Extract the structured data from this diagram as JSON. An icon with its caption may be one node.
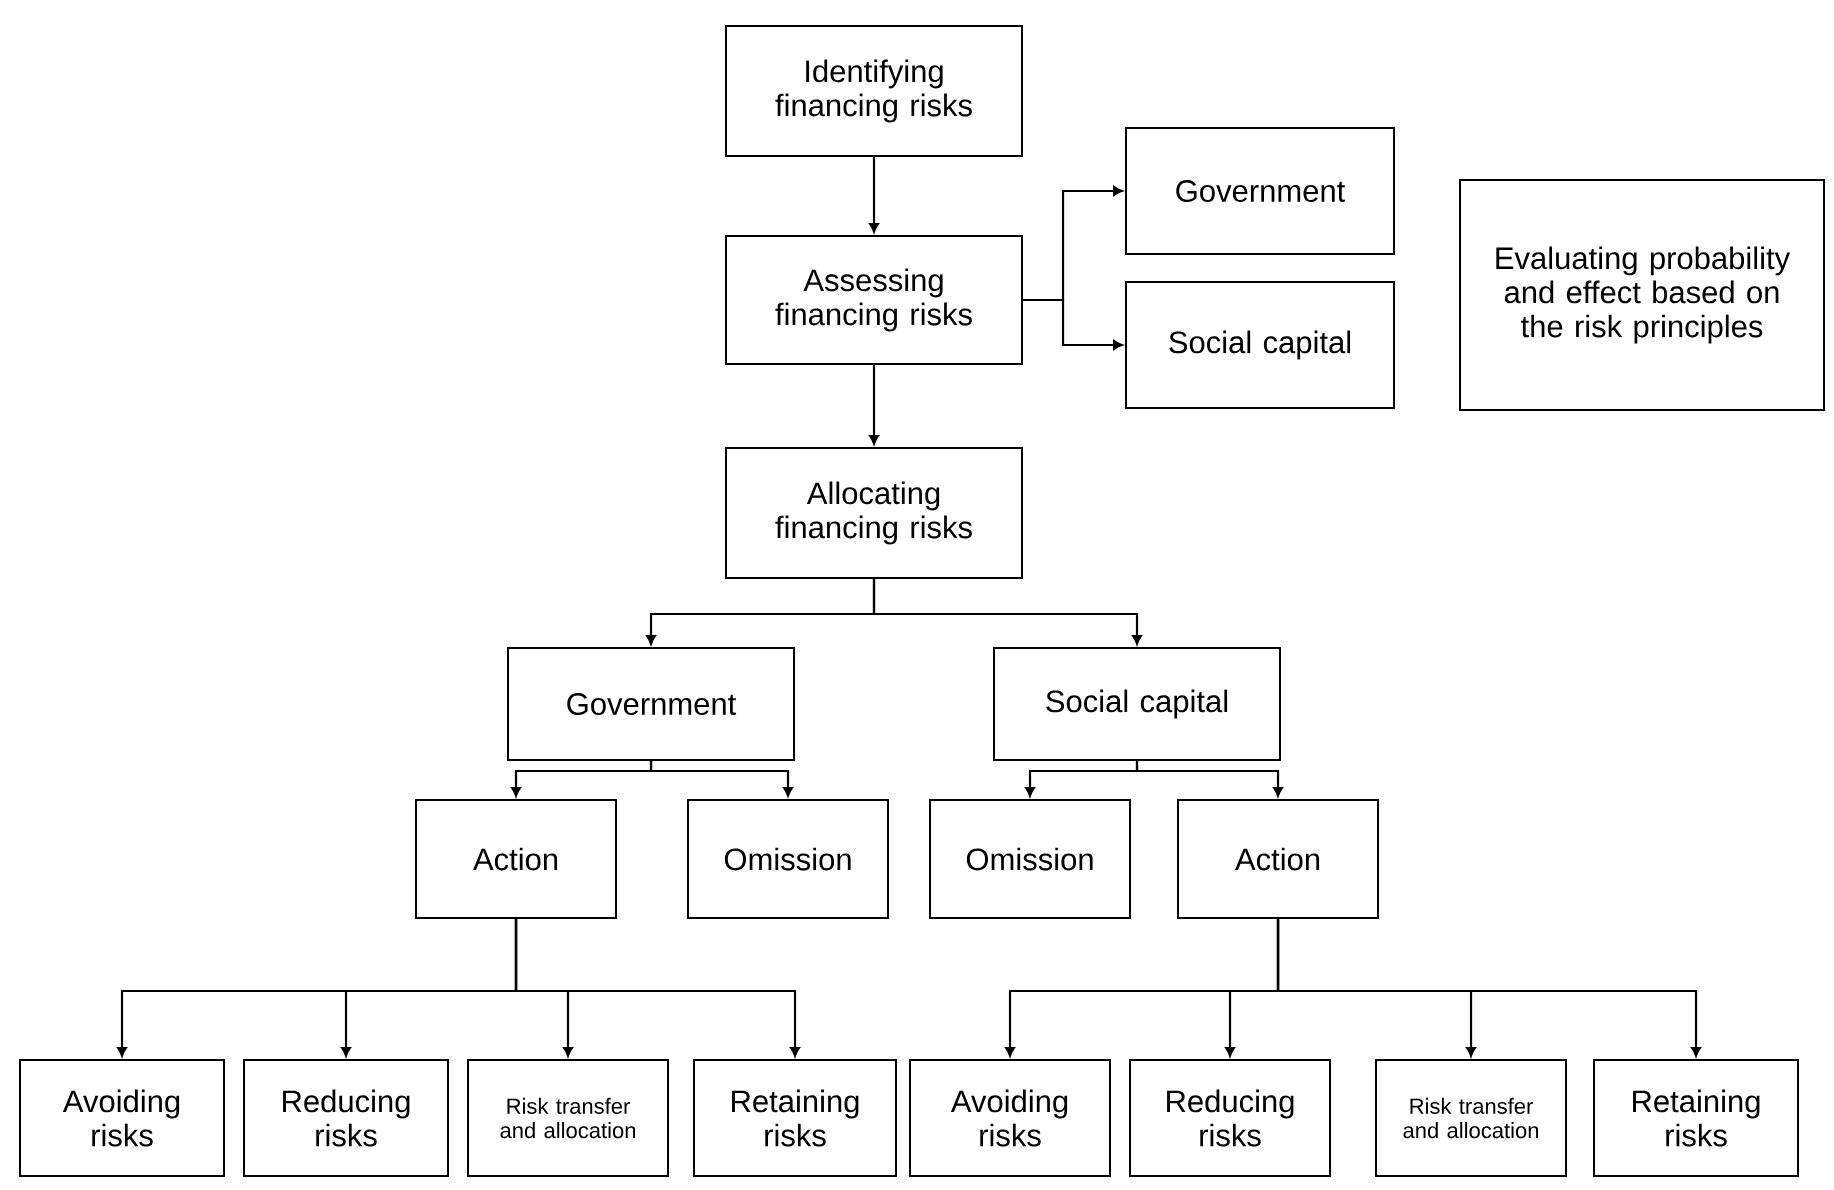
{
  "diagram": {
    "nodes": [
      {
        "text": [
          "Identifying financing risks"
        ]
      },
      {
        "text": [
          "Assessing financing risks"
        ]
      },
      {
        "text": [
          "Government"
        ]
      },
      {
        "text": [
          "Social capital"
        ]
      },
      {
        "text": [
          "Evaluating probability and effect based on the risk principles"
        ]
      },
      {
        "text": [
          "Allocating financing risks"
        ]
      },
      {
        "text": [
          "Government"
        ]
      },
      {
        "text": [
          "Social capital"
        ]
      },
      {
        "text": [
          "Action"
        ]
      },
      {
        "text": [
          "Omission"
        ]
      },
      {
        "text": [
          "Omission"
        ]
      },
      {
        "text": [
          "Action"
        ]
      },
      {
        "text": [
          "Avoiding risks"
        ]
      },
      {
        "text": [
          "Reducing risks"
        ]
      },
      {
        "text": [
          "Risk transfer and allocation"
        ]
      },
      {
        "text": [
          "Retaining risks"
        ]
      },
      {
        "text": [
          "Avoiding risks"
        ]
      },
      {
        "text": [
          "Reducing risks"
        ]
      },
      {
        "text": [
          "Risk transfer and allocation"
        ]
      },
      {
        "text": [
          "Retaining risks"
        ]
      }
    ],
    "edges": [
      {
        "from": 0,
        "to": 1,
        "arrow": "to"
      },
      {
        "from": 1,
        "to": 2,
        "arrow": "to"
      },
      {
        "from": 1,
        "to": 3,
        "arrow": "to"
      },
      {
        "from": 1,
        "to": 5,
        "arrow": "to"
      },
      {
        "from": 5,
        "to": 6,
        "arrow": "to"
      },
      {
        "from": 5,
        "to": 7,
        "arrow": "to"
      },
      {
        "from": 6,
        "to": 8,
        "arrow": "to"
      },
      {
        "from": 6,
        "to": 9,
        "arrow": "to"
      },
      {
        "from": 7,
        "to": 10,
        "arrow": "to"
      },
      {
        "from": 7,
        "to": 11,
        "arrow": "to"
      },
      {
        "from": 8,
        "to": 12,
        "arrow": "to"
      },
      {
        "from": 8,
        "to": 13,
        "arrow": "to"
      },
      {
        "from": 8,
        "to": 14,
        "arrow": "to"
      },
      {
        "from": 8,
        "to": 15,
        "arrow": "to"
      },
      {
        "from": 11,
        "to": 16,
        "arrow": "to"
      },
      {
        "from": 11,
        "to": 17,
        "arrow": "to"
      },
      {
        "from": 11,
        "to": 18,
        "arrow": "to"
      },
      {
        "from": 11,
        "to": 19,
        "arrow": "to"
      }
    ]
  }
}
